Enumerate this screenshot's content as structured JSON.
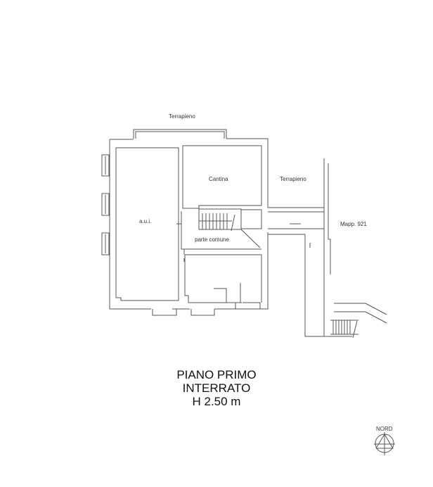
{
  "labels": {
    "terrapieno_top": "Terrapieno",
    "cantina": "Cantina",
    "terrapieno_right": "Terrapieno",
    "aui": "a.u.i.",
    "parte_comune": "parte comune",
    "mapp": "Mapp. 921"
  },
  "title": {
    "line1": "PIANO PRIMO",
    "line2": "INTERRATO",
    "line3": "H 2.50 m"
  },
  "compass": {
    "label": "NORD"
  }
}
